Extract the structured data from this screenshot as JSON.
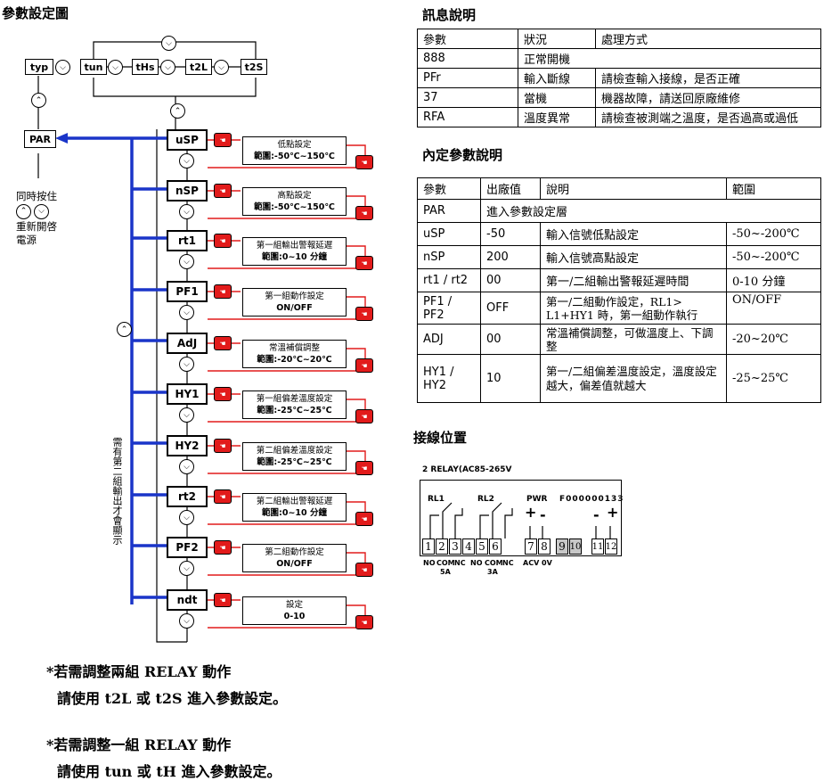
{
  "left": {
    "title": "參數設定圖",
    "top_chain": [
      "typ",
      "tun",
      "tHs",
      "t2L",
      "t2S"
    ],
    "par_label": "PAR",
    "side_note": [
      "同時按住",
      "重新開啓",
      "電源"
    ],
    "vertical_note": "需有第二組輸出才會顯示",
    "steps": [
      {
        "code": "uSP",
        "line1": "低點設定",
        "line2": "範圍:-50℃~150℃"
      },
      {
        "code": "nSP",
        "line1": "高點設定",
        "line2": "範圍:-50℃~150℃"
      },
      {
        "code": "rt1",
        "line1": "第一組輸出警報延遲",
        "line2": "範圍:0~10 分鐘"
      },
      {
        "code": "PF1",
        "line1": "第一組動作設定",
        "line2": "ON/OFF"
      },
      {
        "code": "AdJ",
        "line1": "常溫補償調整",
        "line2": "範圍:-20℃~20℃"
      },
      {
        "code": "HY1",
        "line1": "第一組偏差溫度設定",
        "line2": "範圍:-25℃~25℃"
      },
      {
        "code": "HY2",
        "line1": "第二組偏差溫度設定",
        "line2": "範圍:-25℃~25℃"
      },
      {
        "code": "rt2",
        "line1": "第二組輸出警報延遲",
        "line2": "範圍:0~10 分鐘"
      },
      {
        "code": "PF2",
        "line1": "第二組動作設定",
        "line2": "ON/OFF"
      },
      {
        "code": "ndt",
        "line1": "設定",
        "line2": "0-10"
      }
    ]
  },
  "notes": [
    {
      "line1": "*若需調整兩組 RELAY 動作",
      "line2": "請使用 t2L 或 t2S 進入參數設定。"
    },
    {
      "line1": "*若需調整一組 RELAY 動作",
      "line2": "請使用 tun 或 tH 進入參數設定。"
    }
  ],
  "msg": {
    "title": "訊息說明",
    "headers": [
      "參數",
      "狀況",
      "處理方式"
    ],
    "rows": [
      [
        "888",
        "正常開機",
        ""
      ],
      [
        "PFr",
        "輸入斷線",
        "請檢查輸入接線，是否正確"
      ],
      [
        "37",
        "當機",
        "機器故障，請送回原廠維修"
      ],
      [
        "RFA",
        "溫度異常",
        "請檢查被測端之溫度，是否過高或過低"
      ]
    ]
  },
  "params": {
    "title": "內定參數說明",
    "headers": [
      "參數",
      "出廠值",
      "說明",
      "範圍"
    ],
    "par_row": [
      "PAR",
      "進入參數設定層"
    ],
    "rows": [
      [
        "uSP",
        "-50",
        "輸入信號低點設定",
        "-50~-200℃"
      ],
      [
        "nSP",
        "200",
        "輸入信號高點設定",
        "-50~-200℃"
      ],
      [
        "rt1 / rt2",
        "00",
        "第一/二組輸出警報延遲時間",
        "0-10 分鐘"
      ],
      [
        "PF1 / PF2",
        "OFF",
        "第一/二組動作設定，RL1> L1+HY1 時，第一組動作執行",
        "ON/OFF"
      ],
      [
        "ADJ",
        "00",
        "常溫補償調整，可做溫度上、下調整",
        "-20~20℃"
      ],
      [
        "HY1 / HY2",
        "10",
        "第一/二組偏差溫度設定，溫度設定越大，偏差值就越大",
        "-25~25℃"
      ]
    ]
  },
  "wiring": {
    "title": "接線位置",
    "model": "2 RELAY(AC85-265V",
    "rl1": "RL1",
    "rl2": "RL2",
    "pwr": "PWR",
    "code": "F000000133",
    "plus": "+",
    "minus": "-",
    "pins": [
      "1",
      "2",
      "3",
      "4",
      "5",
      "6",
      "7",
      "8",
      "9",
      "10",
      "11",
      "12"
    ],
    "pin_labels": [
      "NO",
      "COM",
      "NC",
      "NO",
      "COM",
      "NC",
      "ACV",
      "0V"
    ],
    "amp1": "5A",
    "amp2": "3A"
  }
}
